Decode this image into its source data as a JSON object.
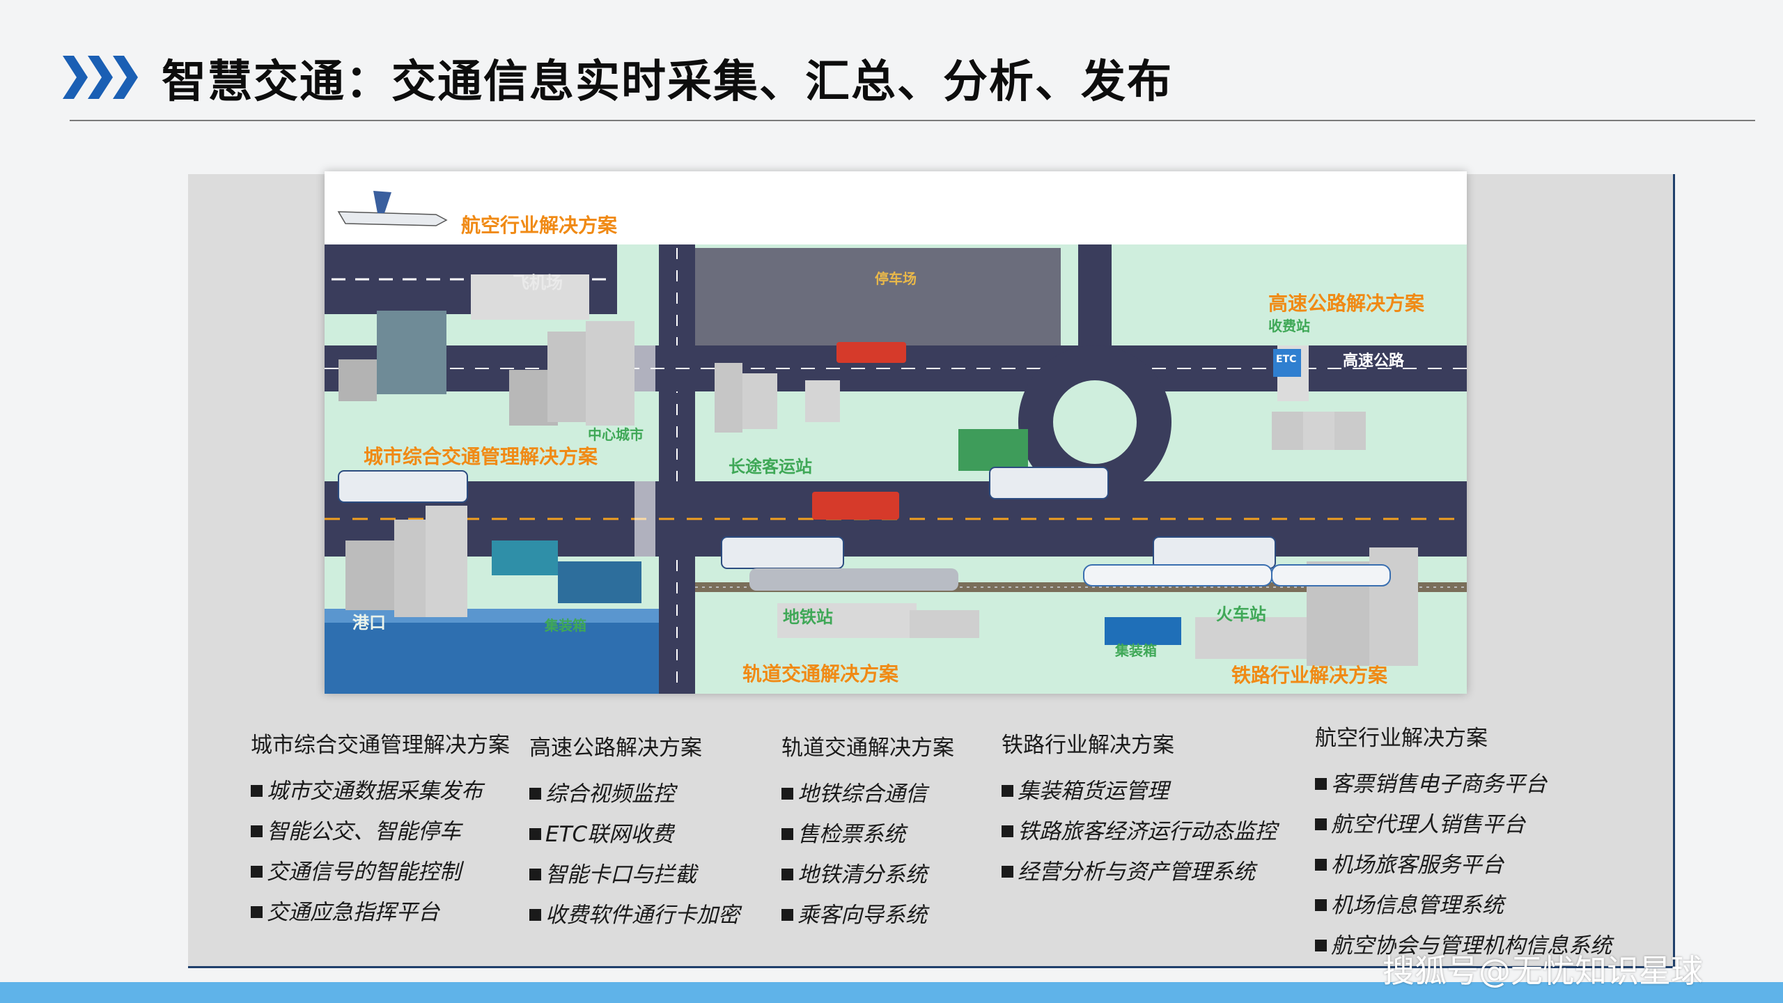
{
  "header": {
    "title": "智慧交通：交通信息实时采集、汇总、分析、发布"
  },
  "map": {
    "labels": {
      "aviation": "航空行业解决方案",
      "airport": "飞机场",
      "parking": "停车场",
      "highway_solution": "高速公路解决方案",
      "toll_station": "收费站",
      "etc": "ETC",
      "highway": "高速公路",
      "central_city": "中心城市",
      "urban_solution": "城市综合交通管理解决方案",
      "long_distance_station": "长途客运站",
      "port": "港口",
      "container_left": "集装箱",
      "metro_station": "地铁站",
      "rail_transit_solution": "轨道交通解决方案",
      "train_station": "火车站",
      "container_right": "集装箱",
      "railway_solution": "铁路行业解决方案"
    }
  },
  "columns": [
    {
      "heading": "城市综合交通管理解决方案",
      "items": [
        "城市交通数据采集发布",
        "智能公交、智能停车",
        "交通信号的智能控制",
        "交通应急指挥平台"
      ]
    },
    {
      "heading": "高速公路解决方案",
      "items": [
        "综合视频监控",
        "ETC联网收费",
        "智能卡口与拦截",
        "收费软件通行卡加密"
      ]
    },
    {
      "heading": "轨道交通解决方案",
      "items": [
        "地铁综合通信",
        "售检票系统",
        "地铁清分系统",
        "乘客向导系统"
      ]
    },
    {
      "heading": "铁路行业解决方案",
      "items": [
        "集装箱货运管理",
        "铁路旅客经济运行动态监控",
        "经营分析与资产管理系统"
      ]
    },
    {
      "heading": "航空行业解决方案",
      "items": [
        "客票销售电子商务平台",
        "航空代理人销售平台",
        "机场旅客服务平台",
        "机场信息管理系统",
        "航空协会与管理机构信息系统"
      ]
    }
  ],
  "footer": {
    "watermark": "搜狐号@无忧知识星球"
  },
  "colors": {
    "accent_blue": "#1a5fb4",
    "road": "#3a3d5c",
    "grass": "#cfeedd",
    "label_orange": "#f08a15",
    "label_green": "#3fa857",
    "bottom_bar": "#5fb3e9"
  }
}
